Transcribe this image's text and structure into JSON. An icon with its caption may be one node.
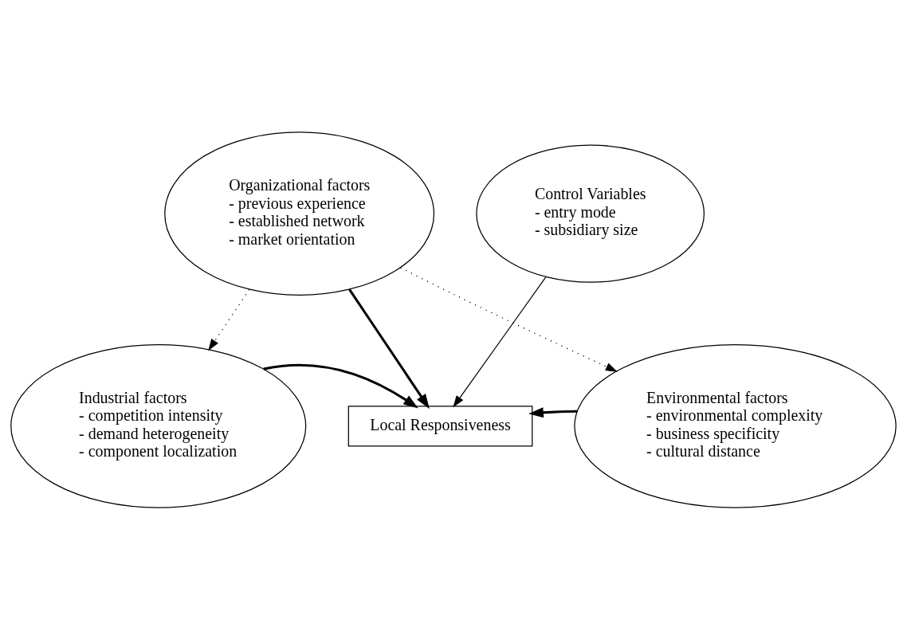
{
  "diagram": {
    "nodes": [
      {
        "text": [
          "Organizational factors",
          "- previous experience",
          "- established network",
          "- market orientation"
        ]
      },
      {
        "text": [
          "Industrial factors",
          "- competition intensity",
          "- demand heterogeneity",
          "- component localization"
        ]
      },
      {
        "text": [
          "Local Responsiveness"
        ]
      },
      {
        "text": [
          "Environmental factors",
          "- environmental complexity",
          "- business specificity",
          "- cultural distance"
        ]
      },
      {
        "text": [
          "Control Variables",
          "- entry mode",
          "- subsidiary size"
        ]
      }
    ],
    "edges": [
      {
        "from": 0,
        "to": 2,
        "arrow": "to",
        "style": "thick"
      },
      {
        "from": 1,
        "to": 2,
        "arrow": "to",
        "style": "thick"
      },
      {
        "from": 3,
        "to": 2,
        "arrow": "to",
        "style": "thick"
      },
      {
        "from": 4,
        "to": 2,
        "arrow": "to"
      },
      {
        "from": 0,
        "to": 1,
        "arrow": "to",
        "style": "dashed"
      },
      {
        "from": 0,
        "to": 3,
        "arrow": "to",
        "style": "dashed"
      }
    ]
  }
}
